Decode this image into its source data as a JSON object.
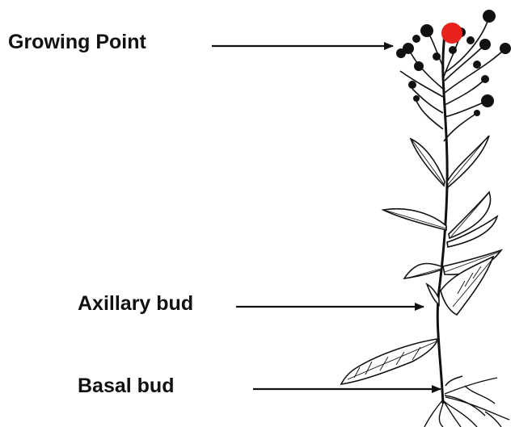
{
  "diagram": {
    "labels": {
      "growing_point": "Growing Point",
      "axillary_bud": "Axillary bud",
      "basal_bud": "Basal bud"
    },
    "colors": {
      "ink": "#111111",
      "marker": "#e8231e",
      "background": "#ffffff"
    }
  }
}
